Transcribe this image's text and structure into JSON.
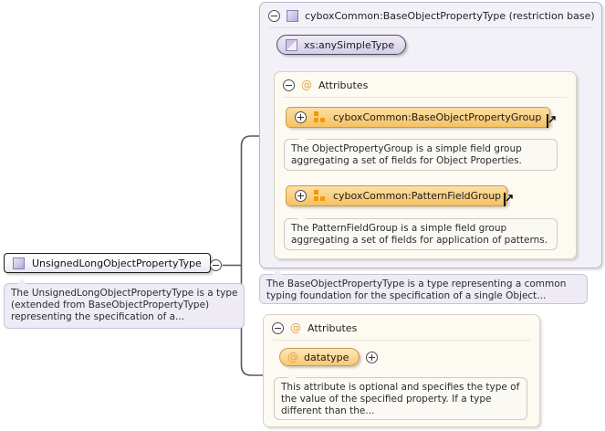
{
  "diagram": {
    "type": "xml-schema-component-diagram",
    "colors": {
      "complex_type_fill": "#d6cdea",
      "group_fill": "#f9cf7f",
      "attribute_fill": "#fad694",
      "panel_lavender": "#f3f1f8",
      "panel_ivory": "#fdfaf2",
      "doc_lavender": "#eeebf5",
      "doc_ivory": "#fbf9f3",
      "accent_orange": "#e8a33d"
    }
  },
  "left_node": {
    "label": "UnsignedLongObjectPropertyType",
    "icon": "complex-type-icon",
    "toggle": "collapse-toggle",
    "documentation": "The UnsignedLongObjectPropertyType is a type (extended from BaseObjectPropertyType) representing the specification of a..."
  },
  "base_panel": {
    "title": "cyboxCommon:BaseObjectPropertyType (restriction base)",
    "icon": "complex-type-icon",
    "toggle": "collapse-toggle",
    "base_type": {
      "label": "xs:anySimpleType",
      "icon": "simple-type-icon"
    },
    "attributes": {
      "title": "Attributes",
      "icon": "at-icon",
      "toggle": "collapse-toggle",
      "items": [
        {
          "label": "cyboxCommon:BaseObjectPropertyGroup",
          "icon": "attribute-group-icon",
          "toggle": "expand-toggle",
          "external": "external-link-icon",
          "documentation": "The ObjectPropertyGroup is a simple field group aggregating a set of fields for Object Properties."
        },
        {
          "label": "cyboxCommon:PatternFieldGroup",
          "icon": "attribute-group-icon",
          "toggle": "expand-toggle",
          "external": "external-link-icon",
          "documentation": "The PatternFieldGroup is a simple field group aggregating a set of fields for application of patterns."
        }
      ]
    },
    "documentation": "The BaseObjectPropertyType is a type representing a common typing foundation for the specification of a single Object..."
  },
  "own_attributes": {
    "title": "Attributes",
    "icon": "at-icon",
    "toggle": "collapse-toggle",
    "items": [
      {
        "label": "datatype",
        "icon": "at-icon",
        "toggle": "expand-toggle",
        "documentation": "This attribute is optional and specifies the type of the value of the specified property. If a type different than the..."
      }
    ]
  }
}
